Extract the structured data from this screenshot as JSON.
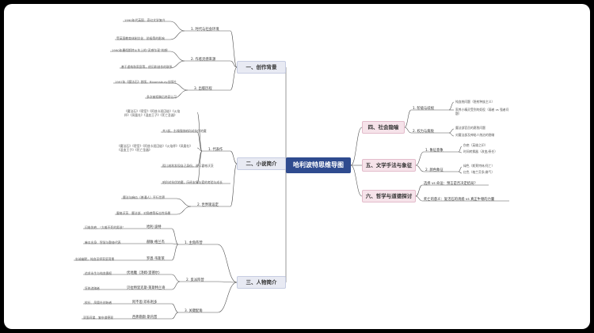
{
  "root": "哈利波特思维导图",
  "left": [
    {
      "id": "bg",
      "title": "一、创作背景",
      "subs": [
        {
          "label": "1. 时代与社会环境",
          "leaves": [
            "1990年代英国、奇幻文学复兴",
            "受英国教育体制文化、阶级等的影响"
          ]
        },
        {
          "label": "2. 作者灵感来源",
          "leaves": [
            "1990年曼彻斯特火车上的“灵感乍现”构想",
            "基于虚构和家庭等，经历和创作的联系"
          ]
        },
        {
          "label": "3. 出版历程",
          "leaves": [
            "1997年《魔法石》首版，Bloomsbury出版社",
            "多次被拒稿后终获认可"
          ]
        }
      ]
    },
    {
      "id": "novel",
      "title": "二、小说简介",
      "subs": [
        {
          "label": "1. 代表作",
          "leaves": [
            "《魔法石》《密室》《阿兹卡班囚徒》《火焰杯》《凤凰社》《混血王子》《死亡圣器》",
            "共7部，主线围绕哈利对抗伏地魔",
            "《魔法石》《密室》《阿兹卡班囚徒》《火焰杯》《凤凰社》《混血王子》《死亡圣器》",
            "孤儿哈利发现自己身份，进入霍格沃茨",
            "哈利对抗伏地魔，历经友情与爱的考验与成长"
          ]
        },
        {
          "label": "2. 世界观设定",
          "leaves": [
            "魔法与麻瓜（普通人）平行世界",
            "霍格沃茨、魔法部、对角巷等标志性场景"
          ]
        }
      ]
    },
    {
      "id": "chars",
      "title": "三、人物简介",
      "subs": [
        {
          "label": "1. 主角阵营",
          "pairs": [
            [
              "闪电伤疤、“大难不死的男孩”",
              "哈利·波特"
            ],
            [
              "麻瓜出身、智慧与勤奋代表",
              "赫敏·格兰杰"
            ],
            [
              "忠诚幽默，纯血巫师家庭背景",
              "罗恩·韦斯莱"
            ]
          ]
        },
        {
          "label": "2. 反派阵营",
          "pairs": [
            [
              "追求永生与纯血霸权",
              "伏地魔（汤姆·里德尔）"
            ],
            [
              "狂热追随者",
              "贝拉特里克斯·莱斯特兰奇"
            ]
          ]
        },
        {
          "label": "3. 关键配角",
          "pairs": [
            [
              "校长、凤凰社创始者",
              "阿不思·邓布利多"
            ],
            [
              "双面间谍、复杂道德观",
              "西弗勒斯·斯内普"
            ]
          ]
        }
      ]
    }
  ],
  "right": [
    {
      "id": "society",
      "title": "四、社会隐喻",
      "subs": [
        {
          "label": "1. 阶级与歧视",
          "leaves": [
            "纯血统问题（隐射种族主义）",
            "家养小精灵受到的奴役（弱者 vs 强者问题）"
          ]
        },
        {
          "label": "2. 权力与腐败",
          "leaves": [
            "魔法部官员的腐败问题",
            "对魔法部及神秘人统治的隐喻"
          ]
        }
      ]
    },
    {
      "id": "lit",
      "title": "五、文学手法与象征",
      "subs": [
        {
          "label": "1. 象征意象",
          "leaves": [
            "伤疤（英雄之印）",
            "时间转换器（改变/责任）"
          ]
        },
        {
          "label": "2. 颜色象征",
          "leaves": [
            "绿色（斯莱特林/死亡）",
            "红色（格兰芬多/勇气）"
          ]
        }
      ]
    },
    {
      "id": "ethics",
      "title": "六、哲学与道德探讨",
      "subs": [
        {
          "label": "选择 vs 命运：预言是否决定结局？",
          "leaves": []
        },
        {
          "label": "死亡的意义：复活石的诱惑 vs 真正牛顿的力量",
          "leaves": []
        }
      ]
    }
  ],
  "colors": {
    "root": "#2f4b8f",
    "link": "#555555",
    "secLeft": "#e8eaf3",
    "secRight": "#f6e3ea"
  }
}
